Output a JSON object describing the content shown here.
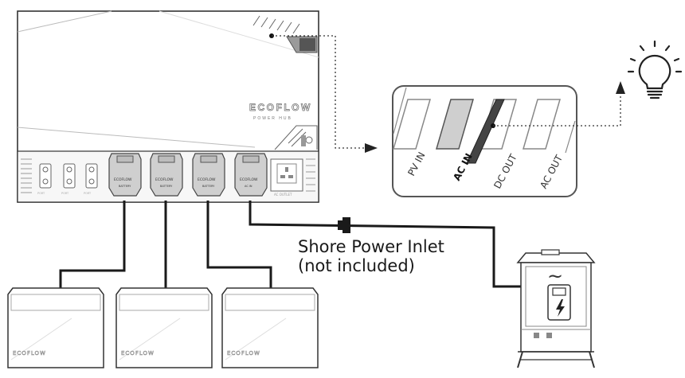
{
  "hub": {
    "brand": "ECOFLOW",
    "subtitle": "POWER HUB",
    "port_labels": [
      "BATTERY",
      "BATTERY",
      "BATTERY",
      "AC IN"
    ],
    "outlet_label": "AC OUTLET"
  },
  "zoom": {
    "labels": [
      "PV IN",
      "AC IN",
      "DC OUT",
      "AC OUT"
    ]
  },
  "batteries": {
    "brand": "ECOFLOW"
  },
  "shore_power": {
    "caption_line1": "Shore Power Inlet",
    "caption_line2": "(not included)",
    "symbol": "~"
  },
  "colors": {
    "line": "#1a1a1a",
    "outline": "#555555",
    "port_fill": "#cfcfcf",
    "highlight": "#444444"
  },
  "icons": [
    "light-bulb-icon",
    "lightning-icon"
  ]
}
